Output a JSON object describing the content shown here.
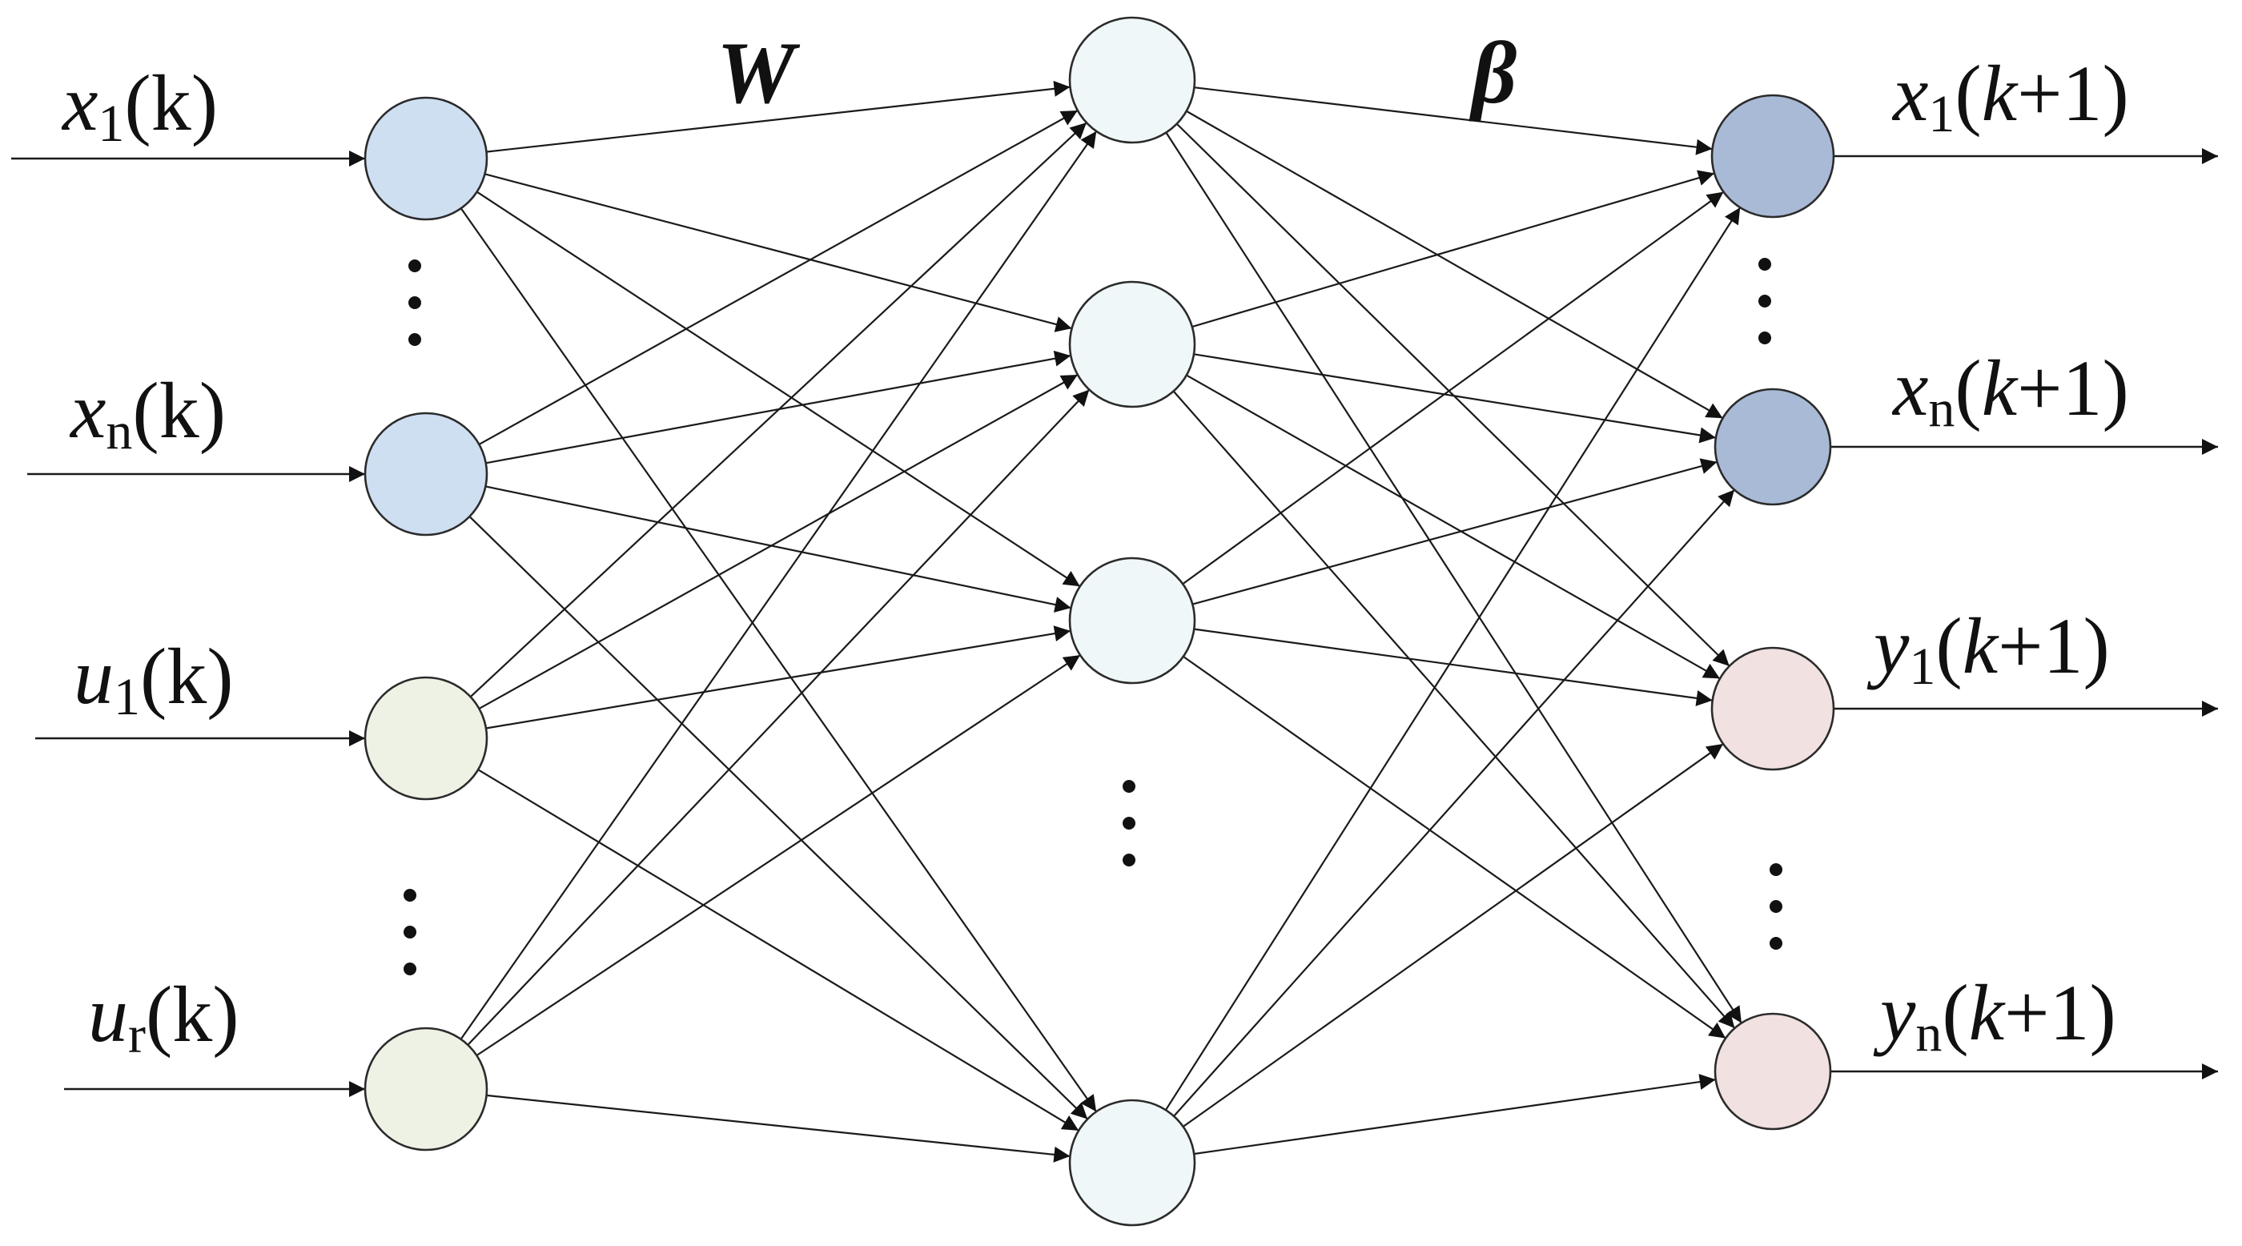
{
  "weights": {
    "input_hidden": "W",
    "hidden_output": "β"
  },
  "inputs": [
    {
      "var": "x",
      "sub": "1",
      "arg": "(k)"
    },
    {
      "var": "x",
      "sub": "n",
      "arg": "(k)"
    },
    {
      "var": "u",
      "sub": "1",
      "arg": "(k)"
    },
    {
      "var": "u",
      "sub": "r",
      "arg": "(k)"
    }
  ],
  "outputs": [
    {
      "var": "x",
      "sub": "1",
      "open": "(",
      "k": "k",
      "plus": "+",
      "one": "1",
      "close": ")"
    },
    {
      "var": "x",
      "sub": "n",
      "open": "(",
      "k": "k",
      "plus": "+",
      "one": "1",
      "close": ")"
    },
    {
      "var": "y",
      "sub": "1",
      "open": "(",
      "k": "k",
      "plus": "+",
      "one": "1",
      "close": ")"
    },
    {
      "var": "y",
      "sub": "n",
      "open": "(",
      "k": "k",
      "plus": "+",
      "one": "1",
      "close": ")"
    }
  ],
  "colors": {
    "input_state": "#cfdff2",
    "input_control": "#eef2e4",
    "hidden": "#eff7f8",
    "output_state": "#a9bad6",
    "output_measure": "#f2e1e1",
    "line": "#1a1a1a"
  }
}
